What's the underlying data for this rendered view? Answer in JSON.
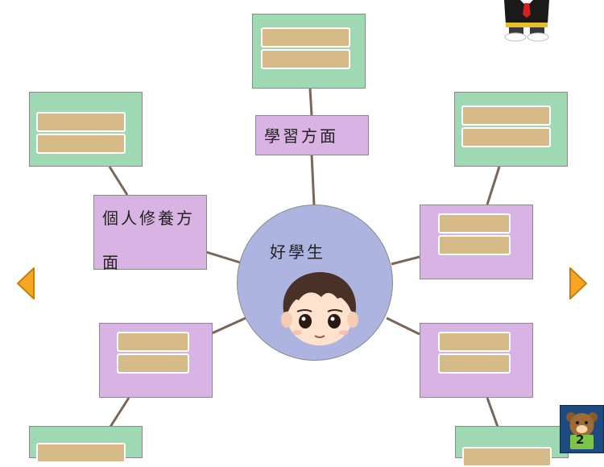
{
  "center": {
    "title": "好學生"
  },
  "branches": {
    "study": {
      "label": "學習方面"
    },
    "personal": {
      "label_line1": "個人修養方",
      "label_line2": "面"
    }
  },
  "nav": {
    "prev_icon": "left-arrow-icon",
    "next_icon": "right-arrow-icon"
  },
  "badge": {
    "number": "2"
  },
  "colors": {
    "green_box": "#9fd9b4",
    "purple_box": "#d9b3e3",
    "slot": "#d6bb89",
    "center_circle": "#aeb4e0",
    "connector": "#7a6658",
    "arrow": "#f5a623"
  }
}
